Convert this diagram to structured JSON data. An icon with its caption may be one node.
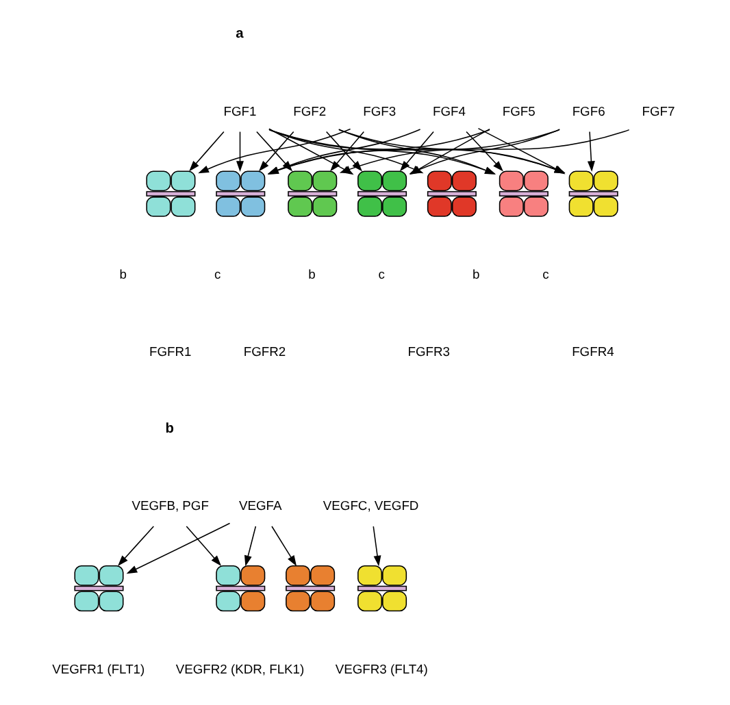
{
  "diagram": {
    "nodes": [
      {
        "text": [
          "FGF1"
        ]
      },
      {
        "text": [
          "FGF2"
        ]
      },
      {
        "text": [
          "FGF3"
        ]
      },
      {
        "text": [
          "FGF4"
        ]
      },
      {
        "text": [
          "FGF5"
        ]
      },
      {
        "text": [
          "FGF6"
        ]
      },
      {
        "text": [
          "FGF7"
        ]
      },
      {
        "text": [],
        "shape": "box"
      },
      {
        "text": [],
        "shape": "box"
      },
      {
        "text": [],
        "shape": "box"
      },
      {
        "text": [],
        "shape": "box"
      },
      {
        "text": [],
        "shape": "box"
      },
      {
        "text": [],
        "shape": "box"
      },
      {
        "text": [],
        "shape": "box"
      },
      {
        "text": [
          "VEGFB, PGF"
        ]
      },
      {
        "text": [
          "VEGFA"
        ]
      },
      {
        "text": [
          "VEGFC, VEGFD"
        ]
      },
      {
        "text": [],
        "shape": "box"
      },
      {
        "text": [],
        "shape": "box"
      },
      {
        "text": [],
        "shape": "box"
      },
      {
        "text": [],
        "shape": "box"
      }
    ],
    "edges": [
      {
        "from": 0,
        "to": 7,
        "arrow": "to"
      },
      {
        "from": 0,
        "to": 8,
        "arrow": "to"
      },
      {
        "from": 0,
        "to": 9,
        "arrow": "to"
      },
      {
        "from": 0,
        "to": 10,
        "arrow": "to"
      },
      {
        "from": 0,
        "to": 11,
        "arrow": "to"
      },
      {
        "from": 0,
        "to": 12,
        "arrow": "to"
      },
      {
        "from": 0,
        "to": 13,
        "arrow": "to"
      },
      {
        "from": 1,
        "to": 8,
        "arrow": "to"
      },
      {
        "from": 1,
        "to": 10,
        "arrow": "to"
      },
      {
        "from": 1,
        "to": 12,
        "arrow": "to"
      },
      {
        "from": 1,
        "to": 13,
        "arrow": "to"
      },
      {
        "from": 2,
        "to": 7,
        "arrow": "to"
      },
      {
        "from": 2,
        "to": 9,
        "arrow": "to"
      },
      {
        "from": 3,
        "to": 8,
        "arrow": "to"
      },
      {
        "from": 3,
        "to": 10,
        "arrow": "to"
      },
      {
        "from": 3,
        "to": 12,
        "arrow": "to"
      },
      {
        "from": 3,
        "to": 13,
        "arrow": "to"
      },
      {
        "from": 4,
        "to": 8,
        "arrow": "to"
      },
      {
        "from": 4,
        "to": 10,
        "arrow": "to"
      },
      {
        "from": 5,
        "to": 8,
        "arrow": "to"
      },
      {
        "from": 5,
        "to": 10,
        "arrow": "to"
      },
      {
        "from": 5,
        "to": 13,
        "arrow": "to"
      },
      {
        "from": 6,
        "to": 9,
        "arrow": "to"
      },
      {
        "from": 14,
        "to": 17,
        "arrow": "to"
      },
      {
        "from": 14,
        "to": 18,
        "arrow": "to"
      },
      {
        "from": 15,
        "to": 17,
        "arrow": "to"
      },
      {
        "from": 15,
        "to": 18,
        "arrow": "to"
      },
      {
        "from": 15,
        "to": 19,
        "arrow": "to"
      },
      {
        "from": 16,
        "to": 20,
        "arrow": "to"
      }
    ],
    "labels": [
      "a",
      "b",
      "c",
      "b",
      "c",
      "b",
      "c",
      "FGFR1",
      "FGFR2",
      "FGFR3",
      "FGFR4",
      "b",
      "VEGFR1 (FLT1)",
      "VEGFR2 (KDR, FLK1)",
      "VEGFR3 (FLT4)"
    ]
  }
}
